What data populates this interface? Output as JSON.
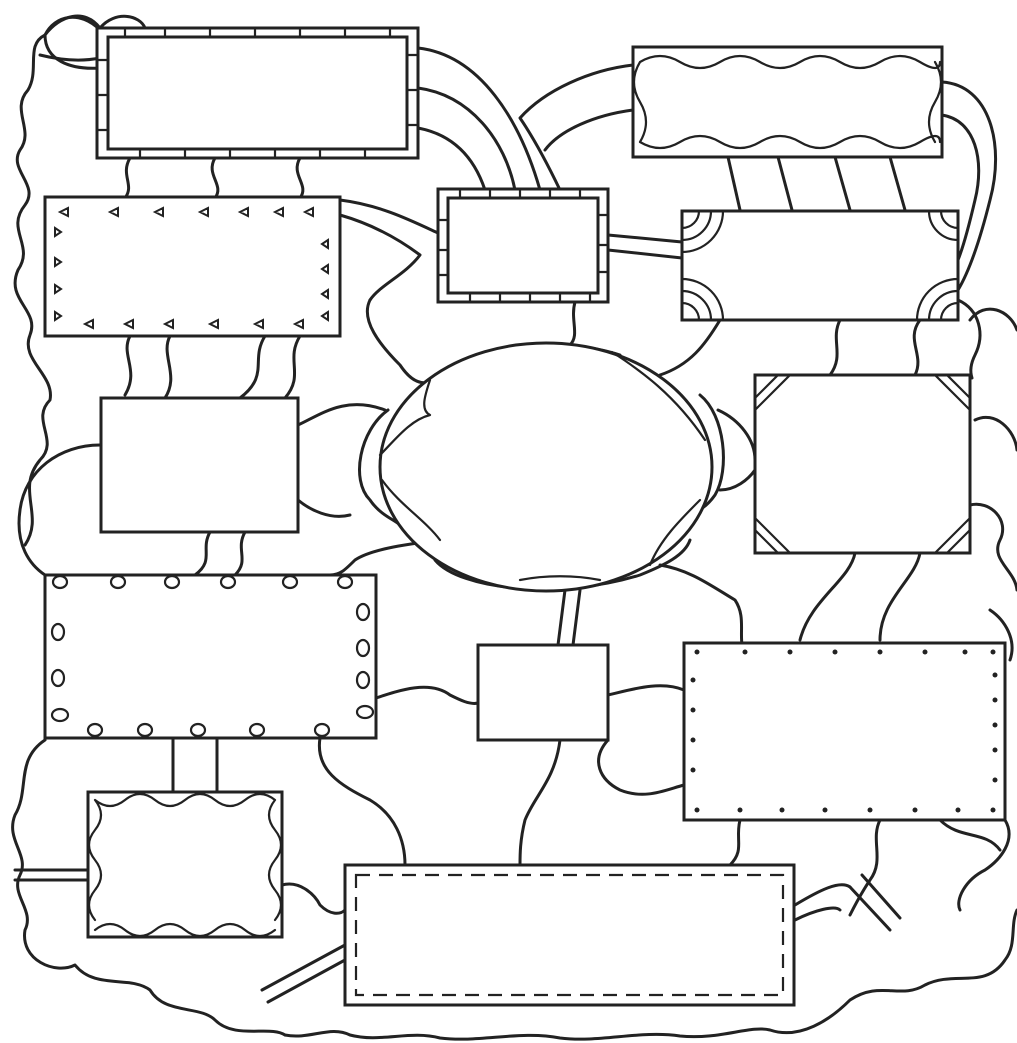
{
  "diagram": {
    "title": "",
    "central_node": {
      "label": "",
      "shape": "oval"
    },
    "boxes": [
      {
        "id": "box-1",
        "label": "",
        "border_style": "brick"
      },
      {
        "id": "box-2",
        "label": "",
        "border_style": "wavy"
      },
      {
        "id": "box-3",
        "label": "",
        "border_style": "triangles"
      },
      {
        "id": "box-4",
        "label": "",
        "border_style": "brick"
      },
      {
        "id": "box-5",
        "label": "",
        "border_style": "corner-arcs"
      },
      {
        "id": "box-6",
        "label": "",
        "border_style": "plain"
      },
      {
        "id": "box-7",
        "label": "",
        "border_style": "corner-stripes"
      },
      {
        "id": "box-8",
        "label": "",
        "border_style": "circles"
      },
      {
        "id": "box-9",
        "label": "",
        "border_style": "plain"
      },
      {
        "id": "box-10",
        "label": "",
        "border_style": "dots"
      },
      {
        "id": "box-11",
        "label": "",
        "border_style": "scallops"
      },
      {
        "id": "box-12",
        "label": "",
        "border_style": "dashed"
      }
    ],
    "colors": {
      "ink": "#222222",
      "paper": "#ffffff"
    }
  }
}
